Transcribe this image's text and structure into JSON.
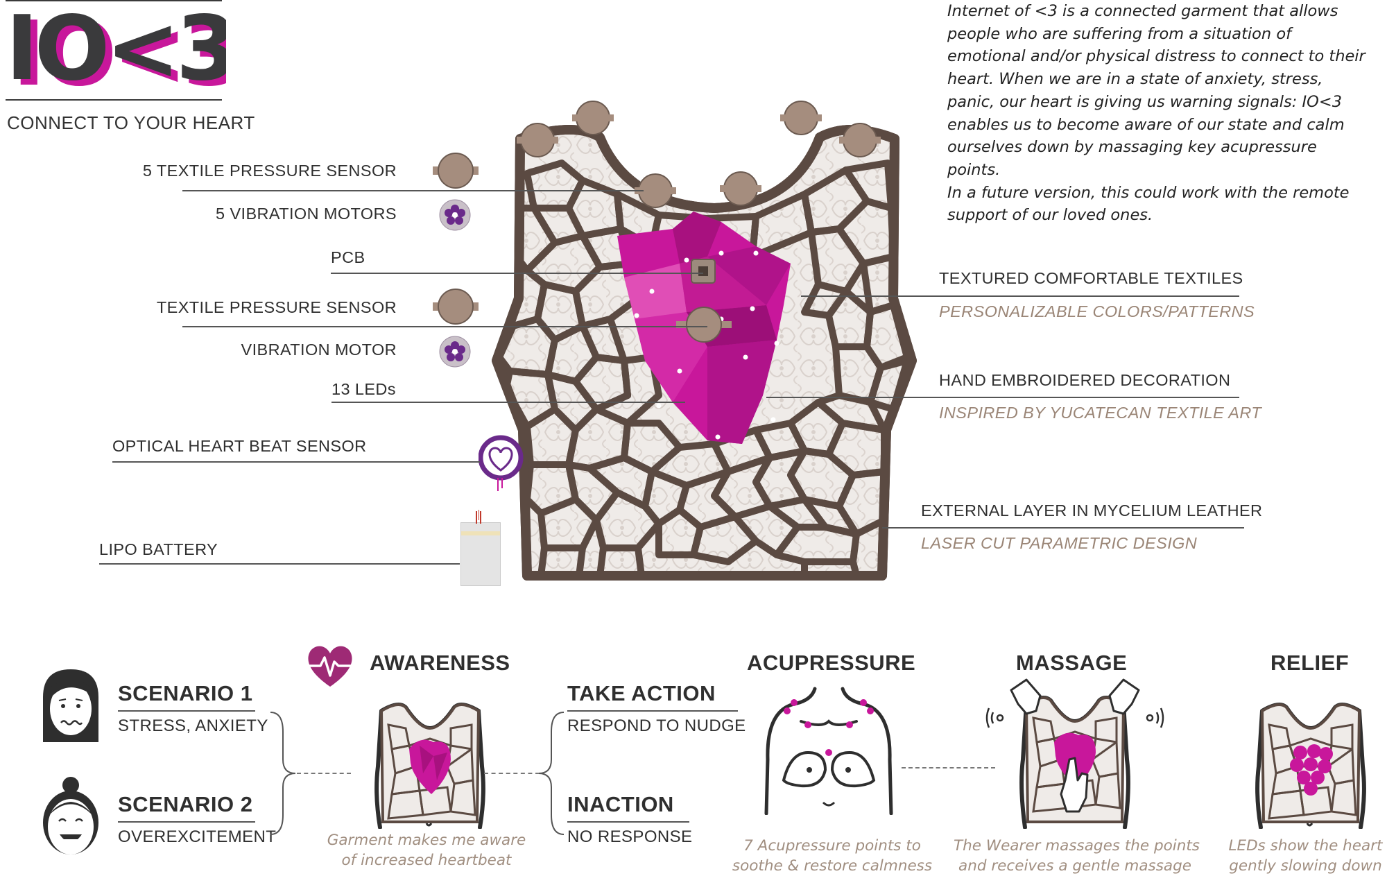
{
  "logo": {
    "text": "IO<3",
    "colors": {
      "dark": "#3a3a3c",
      "magenta": "#c8179b"
    }
  },
  "tagline": "CONNECT TO YOUR HEART",
  "description": [
    "Internet of <3 is a connected garment that allows",
    "people who are suffering from a situation of",
    "emotional and/or physical distress to connect to their",
    "heart. When we are in a state of anxiety, stress,",
    "panic, our heart is giving us warning signals: IO<3",
    "enables us to become aware of our state and calm",
    "ourselves down by massaging key acupressure points.",
    "In a future version, this could work with the remote",
    "support of our loved ones."
  ],
  "left_labels": {
    "sensors5": "5 TEXTILE PRESSURE SENSOR",
    "motors5": "5 VIBRATION MOTORS",
    "pcb": "PCB",
    "sensor1": "TEXTILE PRESSURE SENSOR",
    "motor1": "VIBRATION MOTOR",
    "leds": "13 LEDs",
    "optical": "OPTICAL HEART BEAT SENSOR",
    "battery": "LIPO BATTERY"
  },
  "right_labels": {
    "textiles": "TEXTURED COMFORTABLE TEXTILES",
    "textiles_sub": "PERSONALIZABLE COLORS/PATTERNS",
    "embroidery": "HAND EMBROIDERED DECORATION",
    "embroidery_sub": "INSPIRED BY YUCATECAN TEXTILE ART",
    "external": "EXTERNAL LAYER IN MYCELIUM LEATHER",
    "external_sub": "LASER CUT PARAMETRIC DESIGN"
  },
  "colors": {
    "frame": "#5b4a42",
    "heart": "#c8179b",
    "sensor": "#a58d7e",
    "motor": "#6a2a8a",
    "caption": "#a08e80"
  },
  "scenarios": [
    {
      "title": "SCENARIO 1",
      "subtitle": "STRESS, ANXIETY"
    },
    {
      "title": "SCENARIO 2",
      "subtitle": "OVEREXCITEMENT"
    }
  ],
  "awareness": {
    "title": "AWARENESS",
    "caption": [
      "Garment makes me aware",
      "of increased heartbeat"
    ]
  },
  "actions": [
    {
      "title": "TAKE ACTION",
      "subtitle": "RESPOND TO NUDGE"
    },
    {
      "title": "INACTION",
      "subtitle": "NO RESPONSE"
    }
  ],
  "acupressure": {
    "title": "ACUPRESSURE",
    "caption": [
      "7 Acupressure points to",
      "soothe & restore calmness"
    ]
  },
  "massage": {
    "title": "MASSAGE",
    "caption": [
      "The Wearer massages the points",
      "and receives a gentle massage"
    ]
  },
  "relief": {
    "title": "RELIEF",
    "caption": [
      "LEDs show the heart",
      "gently slowing down"
    ]
  }
}
